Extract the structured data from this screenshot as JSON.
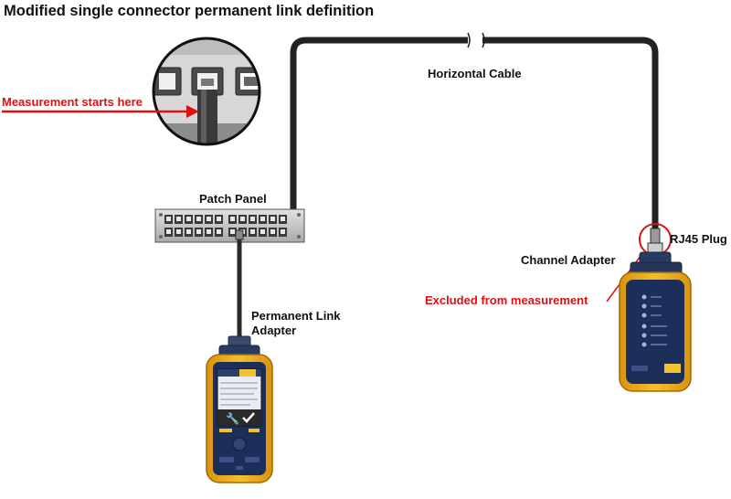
{
  "title": "Modified single connector permanent link definition",
  "labels": {
    "horizontal_cable": "Horizontal Cable",
    "measurement_starts": "Measurement starts here",
    "patch_panel": "Patch Panel",
    "rj45_plug": "RJ45 Plug",
    "channel_adapter": "Channel Adapter",
    "excluded": "Excluded from measurement",
    "permanent_link_line1": "Permanent Link",
    "permanent_link_line2": "Adapter"
  },
  "colors": {
    "cable": "#222222",
    "callout_red": "#e01010",
    "tester_yellow": "#f2b21b",
    "tester_face": "#1c2f5a",
    "panel_gray": "#c9c9c9"
  }
}
